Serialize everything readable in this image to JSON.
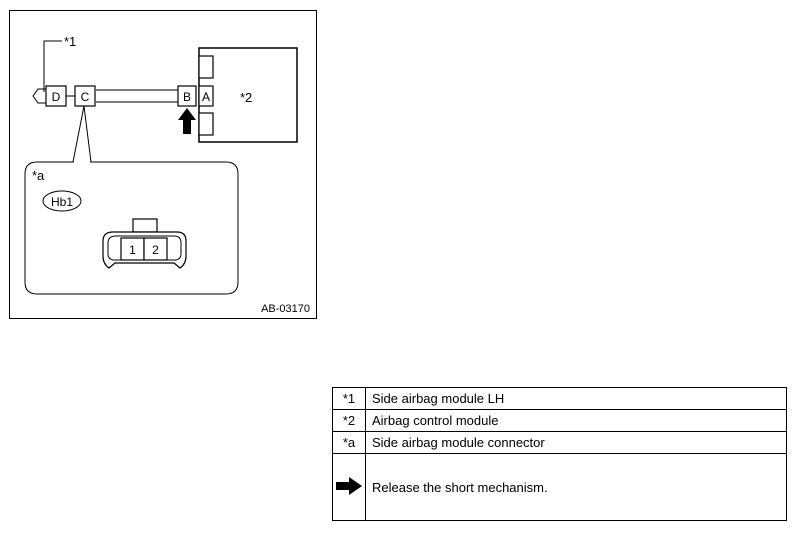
{
  "diagram": {
    "callout_1": "*1",
    "callout_2": "*2",
    "callout_a": "*a",
    "connector_d": "D",
    "connector_c": "C",
    "connector_b": "B",
    "connector_a": "A",
    "connector_code": "Hb1",
    "pin_1": "1",
    "pin_2": "2",
    "figure_id": "AB-03170",
    "arrow_icon": "up-arrow-icon"
  },
  "legend": {
    "rows": [
      {
        "key": "*1",
        "text": "Side airbag module LH"
      },
      {
        "key": "*2",
        "text": "Airbag control module"
      },
      {
        "key": "*a",
        "text": "Side airbag module connector"
      },
      {
        "key_icon": "right-arrow-icon",
        "text": "Release the short mechanism."
      }
    ]
  }
}
